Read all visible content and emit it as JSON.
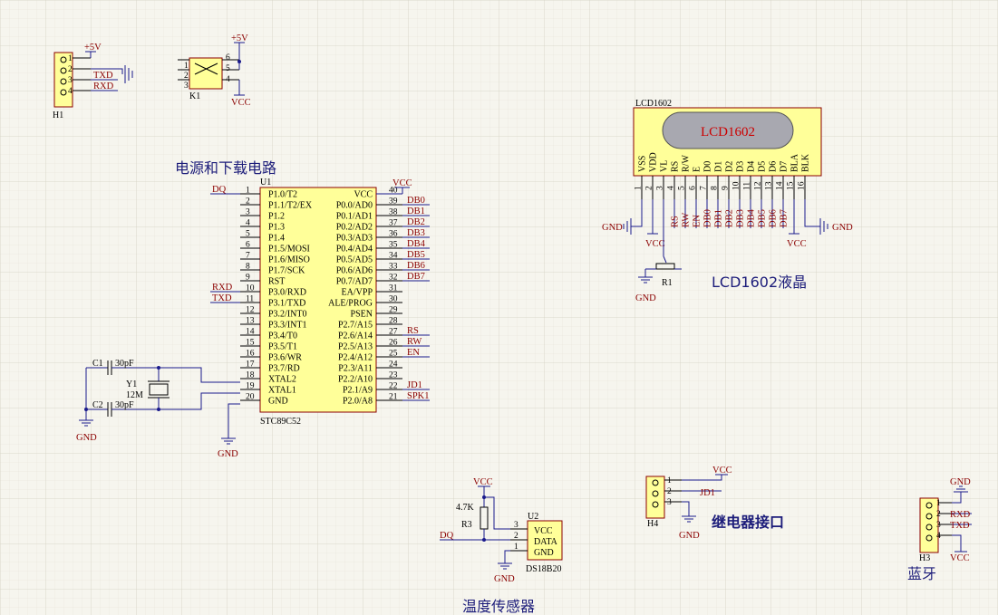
{
  "colors": {
    "background": "#f6f5ee",
    "grid": "#dcdacd",
    "wire": "#1a1a8c",
    "net_label": "#8b0000",
    "component_fill": "#ffff99",
    "component_border": "#8b0000",
    "title": "#1c1c7a",
    "lcd_window_text": "#cc0000"
  },
  "titles": {
    "power_download": "电源和下载电路",
    "lcd": "LCD1602液晶",
    "temp_sensor": "温度传感器",
    "relay_port": "继电器接口",
    "bluetooth": "蓝牙"
  },
  "h1": {
    "designator": "H1",
    "pins": [
      "1",
      "2",
      "3",
      "4"
    ],
    "nets": [
      "+5V",
      "TXD",
      "RXD"
    ]
  },
  "k1": {
    "designator": "K1",
    "pins_left": [
      "1",
      "2",
      "3"
    ],
    "pins_right": [
      "6",
      "5",
      "4"
    ],
    "nets": [
      "+5V",
      "VCC"
    ]
  },
  "u1": {
    "designator": "U1",
    "part": "STC89C52",
    "left_pins": [
      {
        "no": "1",
        "name": "P1.0/T2",
        "net": "DQ"
      },
      {
        "no": "2",
        "name": "P1.1/T2/EX",
        "net": ""
      },
      {
        "no": "3",
        "name": "P1.2",
        "net": ""
      },
      {
        "no": "4",
        "name": "P1.3",
        "net": ""
      },
      {
        "no": "5",
        "name": "P1.4",
        "net": ""
      },
      {
        "no": "6",
        "name": "P1.5/MOSI",
        "net": ""
      },
      {
        "no": "7",
        "name": "P1.6/MISO",
        "net": ""
      },
      {
        "no": "8",
        "name": "P1.7/SCK",
        "net": ""
      },
      {
        "no": "9",
        "name": "RST",
        "net": ""
      },
      {
        "no": "10",
        "name": "P3.0/RXD",
        "net": "RXD"
      },
      {
        "no": "11",
        "name": "P3.1/TXD",
        "net": "TXD"
      },
      {
        "no": "12",
        "name": "P3.2/INT0",
        "net": ""
      },
      {
        "no": "13",
        "name": "P3.3/INT1",
        "net": ""
      },
      {
        "no": "14",
        "name": "P3.4/T0",
        "net": ""
      },
      {
        "no": "15",
        "name": "P3.5/T1",
        "net": ""
      },
      {
        "no": "16",
        "name": "P3.6/WR",
        "net": ""
      },
      {
        "no": "17",
        "name": "P3.7/RD",
        "net": ""
      },
      {
        "no": "18",
        "name": "XTAL2",
        "net": ""
      },
      {
        "no": "19",
        "name": "XTAL1",
        "net": ""
      },
      {
        "no": "20",
        "name": "GND",
        "net": ""
      }
    ],
    "right_pins": [
      {
        "no": "40",
        "name": "VCC",
        "net": "VCC"
      },
      {
        "no": "39",
        "name": "P0.0/AD0",
        "net": "DB0"
      },
      {
        "no": "38",
        "name": "P0.1/AD1",
        "net": "DB1"
      },
      {
        "no": "37",
        "name": "P0.2/AD2",
        "net": "DB2"
      },
      {
        "no": "36",
        "name": "P0.3/AD3",
        "net": "DB3"
      },
      {
        "no": "35",
        "name": "P0.4/AD4",
        "net": "DB4"
      },
      {
        "no": "34",
        "name": "P0.5/AD5",
        "net": "DB5"
      },
      {
        "no": "33",
        "name": "P0.6/AD6",
        "net": "DB6"
      },
      {
        "no": "32",
        "name": "P0.7/AD7",
        "net": "DB7"
      },
      {
        "no": "31",
        "name": "EA/VPP",
        "net": ""
      },
      {
        "no": "30",
        "name": "ALE/PROG",
        "net": ""
      },
      {
        "no": "29",
        "name": "PSEN",
        "net": ""
      },
      {
        "no": "28",
        "name": "P2.7/A15",
        "net": ""
      },
      {
        "no": "27",
        "name": "P2.6/A14",
        "net": "RS"
      },
      {
        "no": "26",
        "name": "P2.5/A13",
        "net": "RW"
      },
      {
        "no": "25",
        "name": "P2.4/A12",
        "net": "EN"
      },
      {
        "no": "24",
        "name": "P2.3/A11",
        "net": ""
      },
      {
        "no": "23",
        "name": "P2.2/A10",
        "net": ""
      },
      {
        "no": "22",
        "name": "P2.1/A9",
        "net": "JD1"
      },
      {
        "no": "21",
        "name": "P2.0/A8",
        "net": "SPK1"
      }
    ]
  },
  "crystal": {
    "c1": "C1",
    "c1_value": "30pF",
    "c2": "C2",
    "c2_value": "30pF",
    "y1": "Y1",
    "y1_value": "12M",
    "gnd": "GND",
    "u1_gnd": "GND"
  },
  "lcd": {
    "designator": "LCD1602",
    "window_text": "LCD1602",
    "pin_names": [
      "VSS",
      "VDD",
      "VL",
      "RS",
      "R/W",
      "E",
      "D0",
      "D1",
      "D2",
      "D3",
      "D4",
      "D5",
      "D6",
      "D7",
      "BLA",
      "BLK"
    ],
    "pin_numbers": [
      "1",
      "2",
      "3",
      "4",
      "5",
      "6",
      "7",
      "8",
      "9",
      "10",
      "11",
      "12",
      "13",
      "14",
      "15",
      "16"
    ],
    "pin_nets": [
      "",
      "",
      "",
      "RS",
      "RW",
      "EN",
      "DB0",
      "DB1",
      "DB2",
      "DB3",
      "DB4",
      "DB5",
      "DB6",
      "DB7",
      "",
      ""
    ],
    "gnd_left": "GND",
    "vcc_left": "VCC",
    "vcc_right": "VCC",
    "gnd_right": "GND",
    "r1": "R1",
    "r1_gnd": "GND"
  },
  "u2": {
    "designator": "U2",
    "part": "DS18B20",
    "pins": [
      {
        "no": "3",
        "name": "VCC"
      },
      {
        "no": "2",
        "name": "DATA"
      },
      {
        "no": "1",
        "name": "GND"
      }
    ],
    "r3": "R3",
    "r3_value": "4.7K",
    "vcc": "VCC",
    "net_dq": "DQ",
    "gnd": "GND"
  },
  "h4": {
    "designator": "H4",
    "pins": [
      "1",
      "2",
      "3"
    ],
    "vcc": "VCC",
    "net": "JD1",
    "gnd": "GND"
  },
  "h3": {
    "designator": "H3",
    "pins": [
      "1",
      "2",
      "3",
      "4"
    ],
    "gnd": "GND",
    "rxd": "RXD",
    "txd": "TXD",
    "vcc": "VCC"
  }
}
